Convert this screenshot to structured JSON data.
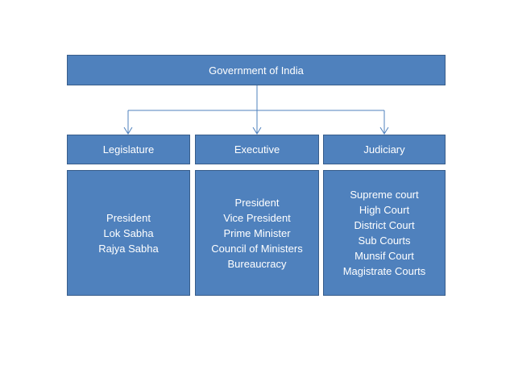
{
  "diagram": {
    "root": {
      "label": "Government of India"
    },
    "branches": [
      {
        "title": "Legislature",
        "items": [
          "President",
          "Lok Sabha",
          "Rajya Sabha"
        ]
      },
      {
        "title": "Executive",
        "items": [
          "President",
          "Vice President",
          "Prime Minister",
          "Council of Ministers",
          "Bureaucracy"
        ]
      },
      {
        "title": "Judiciary",
        "items": [
          "Supreme court",
          "High Court",
          "District Court",
          "Sub Courts",
          "Munsif Court",
          "Magistrate Courts"
        ]
      }
    ],
    "colors": {
      "box_fill": "#4f81bd",
      "box_border": "#385d8a",
      "connector": "#4f81bd",
      "text": "#ffffff"
    }
  }
}
